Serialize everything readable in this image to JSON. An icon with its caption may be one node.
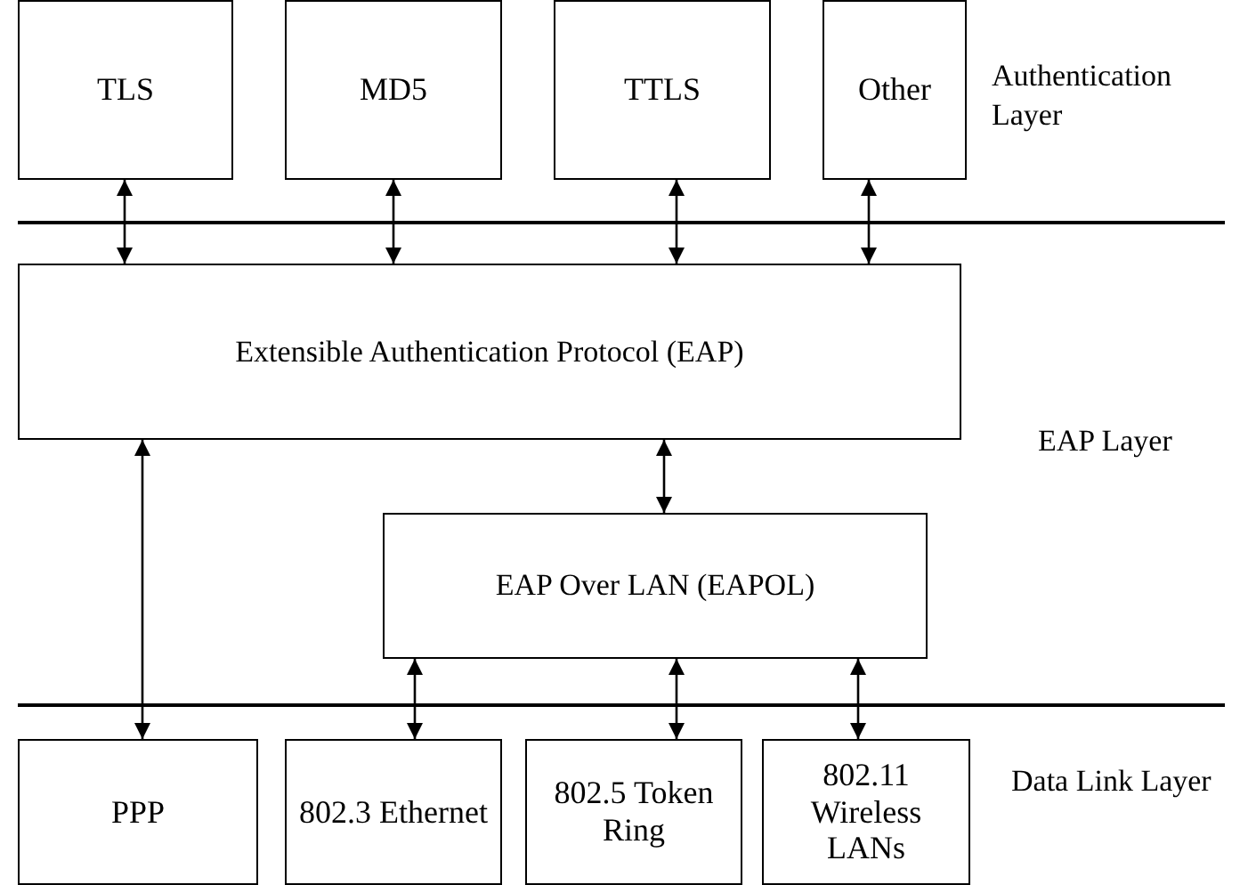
{
  "diagram": {
    "nodes": [
      {
        "text": [
          "TLS"
        ]
      },
      {
        "text": [
          "MD5"
        ]
      },
      {
        "text": [
          "TTLS"
        ]
      },
      {
        "text": [
          "Other"
        ]
      },
      {
        "text": [
          "Extensible Authentication Protocol (EAP)"
        ]
      },
      {
        "text": [
          "EAP Over LAN (EAPOL)"
        ]
      },
      {
        "text": [
          "PPP"
        ]
      },
      {
        "text": [
          "802.3 Ethernet"
        ]
      },
      {
        "text": [
          "802.5 Token Ring"
        ]
      },
      {
        "text": [
          "802.11 Wireless LANs"
        ]
      }
    ],
    "edges": [
      {
        "from": 0,
        "to": 4,
        "arrow": "both"
      },
      {
        "from": 1,
        "to": 4,
        "arrow": "both"
      },
      {
        "from": 2,
        "to": 4,
        "arrow": "both"
      },
      {
        "from": 3,
        "to": 4,
        "arrow": "both"
      },
      {
        "from": 4,
        "to": 5,
        "arrow": "both"
      },
      {
        "from": 4,
        "to": 6,
        "arrow": "both"
      },
      {
        "from": 5,
        "to": 7,
        "arrow": "both"
      },
      {
        "from": 5,
        "to": 8,
        "arrow": "both"
      },
      {
        "from": 5,
        "to": 9,
        "arrow": "both"
      }
    ],
    "labels": [
      "Authentication Layer",
      "EAP Layer",
      "Data Link Layer"
    ]
  }
}
